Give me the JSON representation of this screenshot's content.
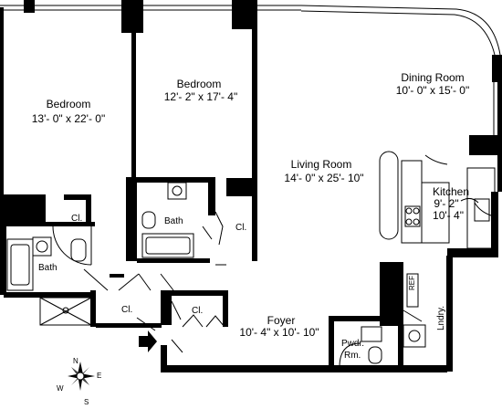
{
  "rooms": {
    "bedroom1": {
      "name": "Bedroom",
      "size": "13'- 0\" x 22'- 0\""
    },
    "bedroom2": {
      "name": "Bedroom",
      "size": "12'- 2\" x 17'- 4\""
    },
    "dining": {
      "name": "Dining Room",
      "size": "10'- 0\" x 15'- 0\""
    },
    "living": {
      "name": "Living Room",
      "size": "14'- 0\" x 25'- 10\""
    },
    "kitchen": {
      "name": "Kitchen",
      "size1": "9'- 2\"",
      "size2": "10'- 4\""
    },
    "foyer": {
      "name": "Foyer",
      "size": "10'- 4\" x 10'- 10\""
    },
    "bath_main": "Bath",
    "bath_second": "Bath",
    "powder1": "Pwdr.",
    "powder2": "Rm.",
    "laundry": "Lndry.",
    "refrigerator": "REF"
  },
  "closets": {
    "bed1_closet_a": "Cl.",
    "bed1_closet_b": "Cl.",
    "hall_closet": "Cl.",
    "bed2_closet": "Cl.",
    "foyer_closet": "Cl."
  },
  "compass": {
    "n": "N",
    "e": "E",
    "s": "S",
    "w": "W"
  }
}
